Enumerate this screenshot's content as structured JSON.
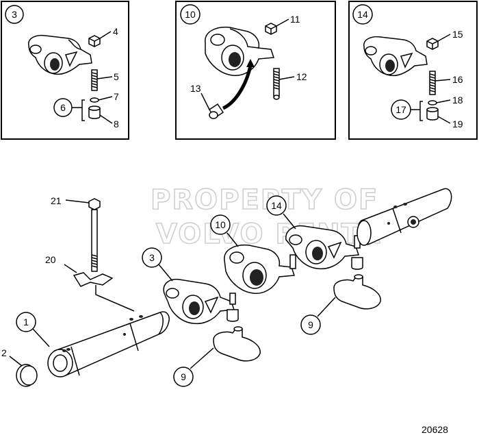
{
  "callouts": {
    "c1": "1",
    "c2": "2",
    "c3": "3",
    "c4": "4",
    "c5": "5",
    "c6": "6",
    "c7": "7",
    "c8": "8",
    "c9a": "9",
    "c9b": "9",
    "c10": "10",
    "c11": "11",
    "c12": "12",
    "c13": "13",
    "c14": "14",
    "c15": "15",
    "c16": "16",
    "c17": "17",
    "c18": "18",
    "c19": "19",
    "c20": "20",
    "c21": "21",
    "inset3": "3",
    "inset10": "10",
    "inset14": "14",
    "main3": "3",
    "main10": "10",
    "main14": "14"
  },
  "watermark": {
    "line1": "PROPERTY OF",
    "line2": "VOLVO PENTA"
  },
  "figure_number": "20628"
}
